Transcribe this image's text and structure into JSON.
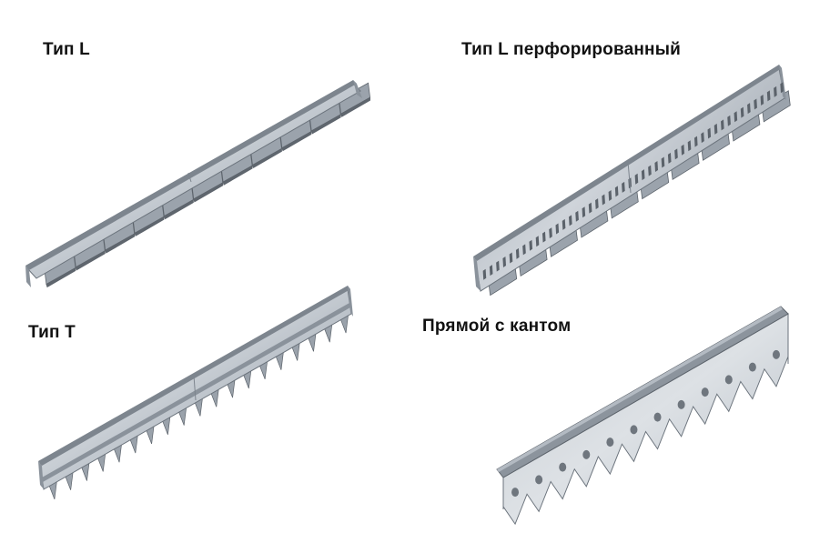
{
  "labels": {
    "type_l": "Тип L",
    "type_l_perforated": "Тип L перфорированный",
    "type_t": "Тип Т",
    "straight_with_edge": "Прямой с кантом"
  },
  "colors": {
    "steel_light": "#c9ced4",
    "steel_mid": "#9aa3ad",
    "steel_dark": "#6b737c",
    "steel_edge": "#4a5159"
  }
}
